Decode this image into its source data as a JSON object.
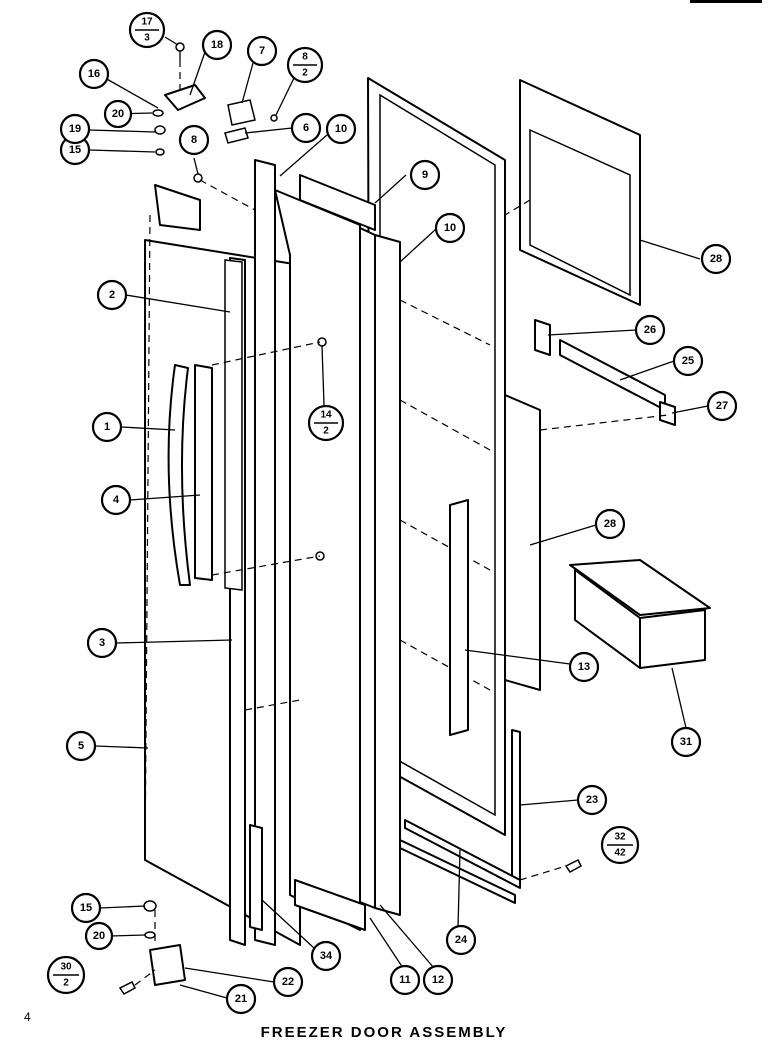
{
  "caption": "FREEZER DOOR ASSEMBLY",
  "page_number": "4",
  "callouts": {
    "c1": "1",
    "c2": "2",
    "c3": "3",
    "c4": "4",
    "c5": "5",
    "c6": "6",
    "c7": "7",
    "c8": "8",
    "c9": "9",
    "c10a": "10",
    "c10b": "10",
    "c11": "11",
    "c12": "12",
    "c13": "13",
    "c15a": "15",
    "c15b": "15",
    "c16": "16",
    "c18": "18",
    "c19": "19",
    "c20a": "20",
    "c20b": "20",
    "c21": "21",
    "c22": "22",
    "c23": "23",
    "c24": "24",
    "c25": "25",
    "c26": "26",
    "c27": "27",
    "c28a": "28",
    "c28b": "28",
    "c31": "31",
    "c34": "34"
  },
  "fractions": {
    "f17_3": {
      "top": "17",
      "bottom": "3"
    },
    "f8_2": {
      "top": "8",
      "bottom": "2"
    },
    "f14_2": {
      "top": "14",
      "bottom": "2"
    },
    "f32_42": {
      "top": "32",
      "bottom": "42"
    },
    "f30_2": {
      "top": "30",
      "bottom": "2"
    }
  }
}
